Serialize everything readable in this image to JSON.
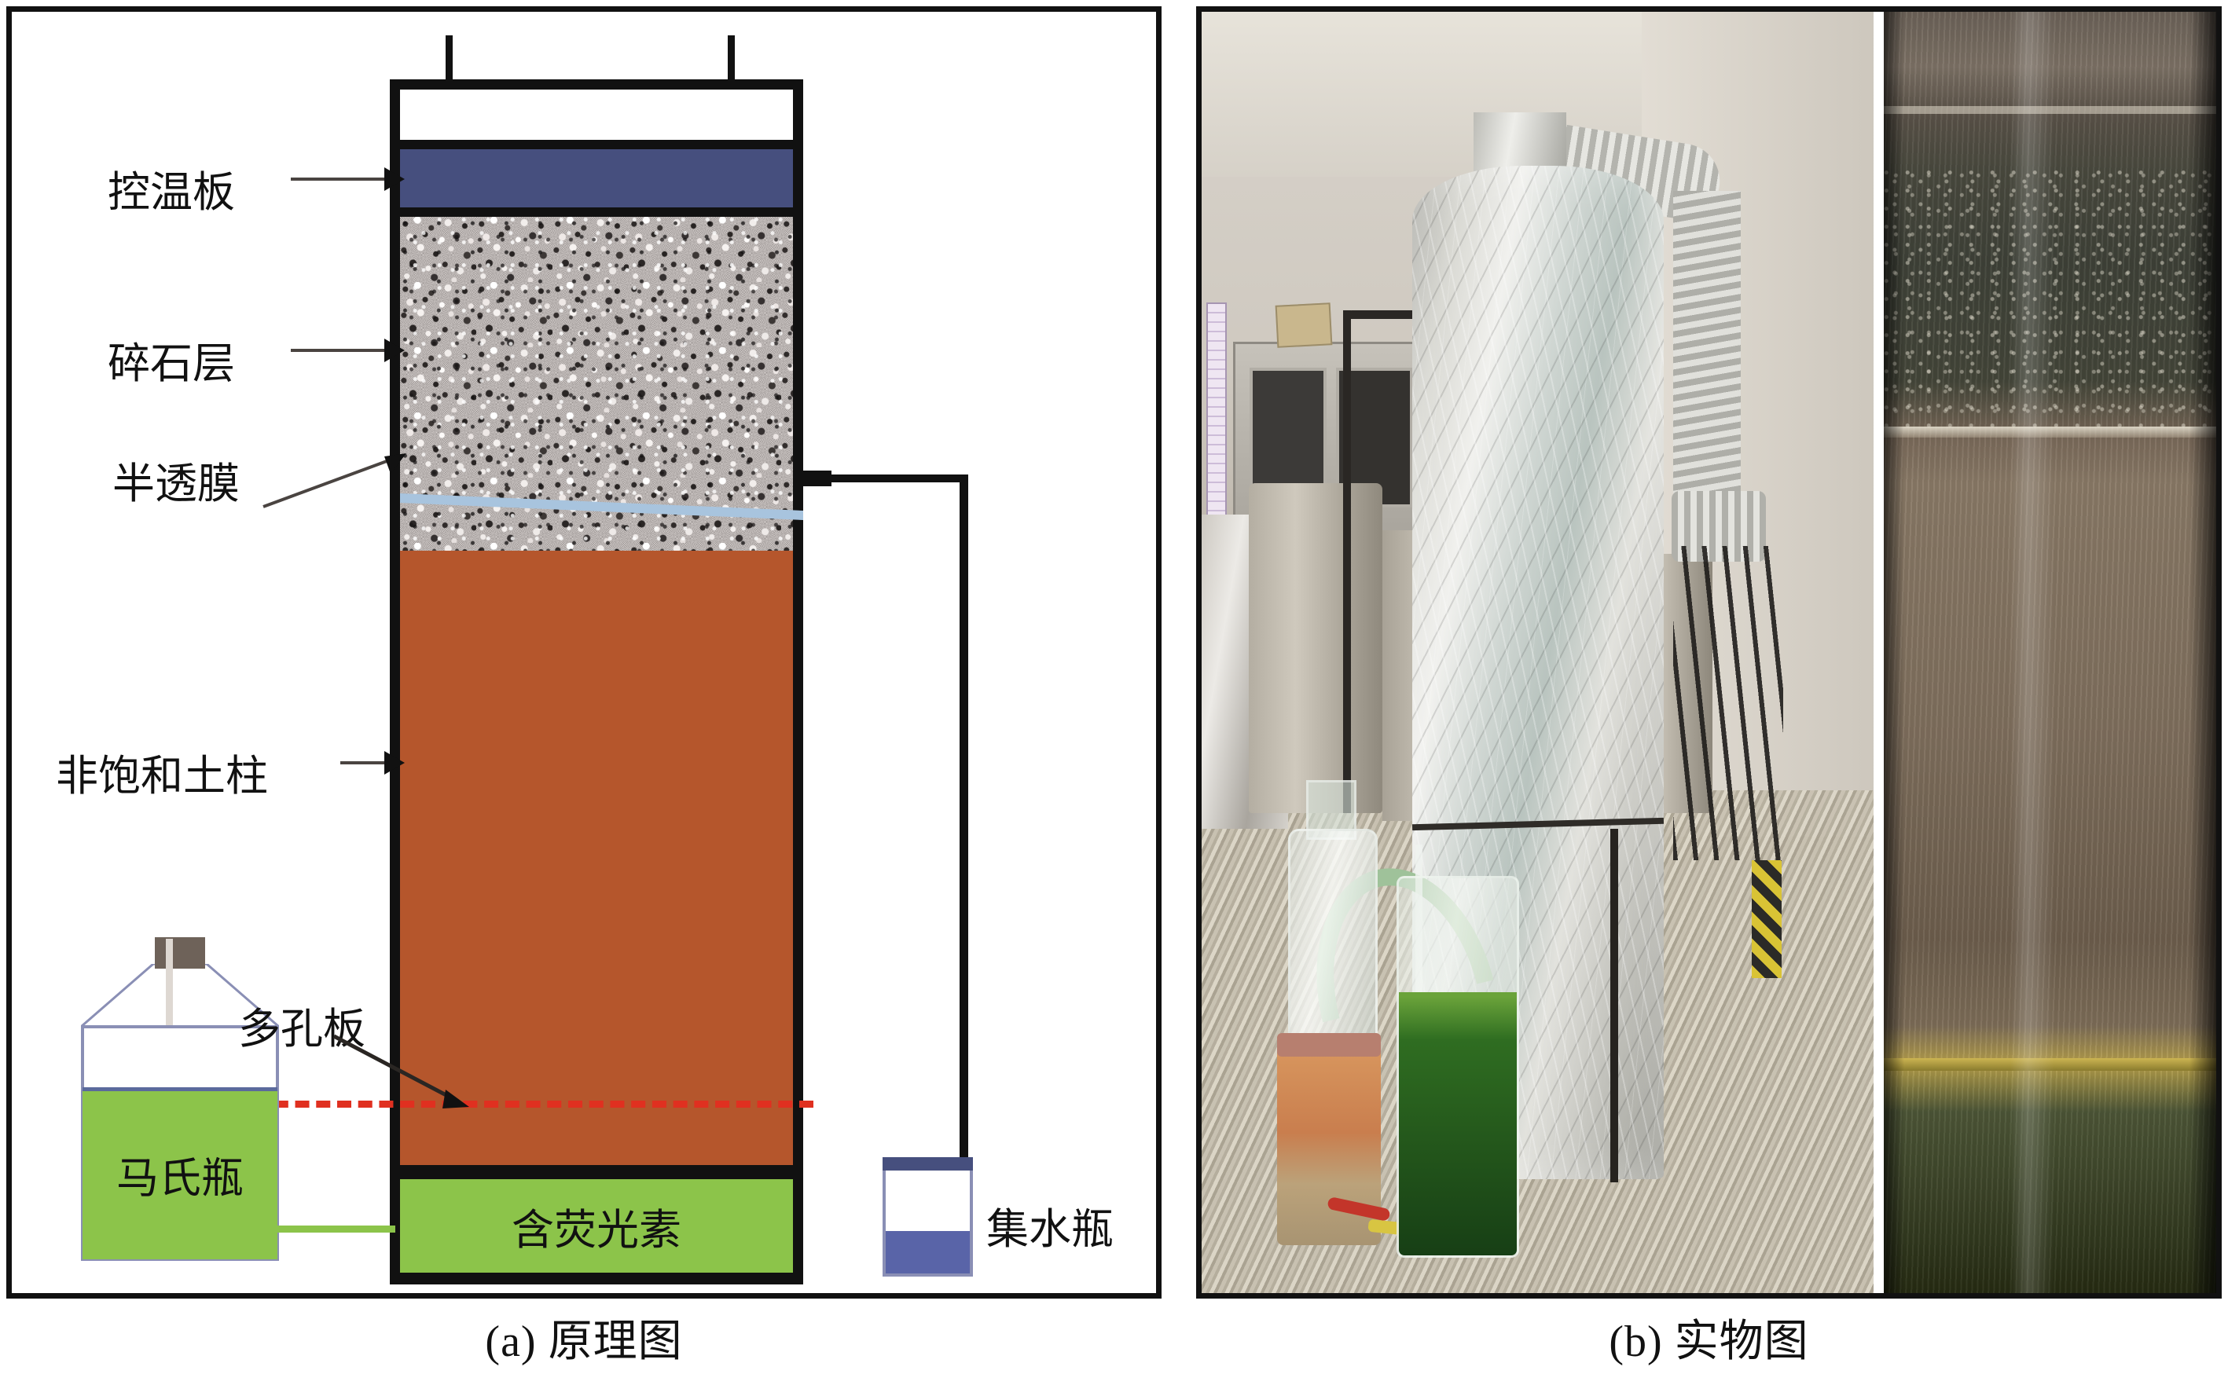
{
  "figure": {
    "panel_a": {
      "caption": "(a) 原理图",
      "labels": {
        "temperature_plate": "控温板",
        "gravel_layer": "碎石层",
        "semi_permeable_membrane": "半透膜",
        "unsaturated_soil_column": "非饱和土柱",
        "porous_plate": "多孔板",
        "mariotte_bottle": "马氏瓶",
        "fluorescein_solution": "含荧光素",
        "water_collection_bottle": "集水瓶"
      },
      "colors": {
        "temperature_plate": "#464F7E",
        "gravel_layer": "#B8B2B0",
        "semi_permeable_membrane": "#A8C4DE",
        "unsaturated_soil_column": "#B5562C",
        "fluorescein_solution": "#8CC44A",
        "collection_liquid": "#5964A8",
        "water_level_line": "#E03020",
        "outline": "#111111",
        "leader_line": "#4A4441"
      }
    },
    "panel_b": {
      "caption": "(b) 实物图",
      "left_photo": "foil-wrapped insulated soil column apparatus in laboratory with green fluorescein cylinder and amber Mariotte bottle",
      "right_photo": "close-up of layered soil core showing gravel, brown unsaturated soil and green fluorescein solution at base"
    }
  }
}
